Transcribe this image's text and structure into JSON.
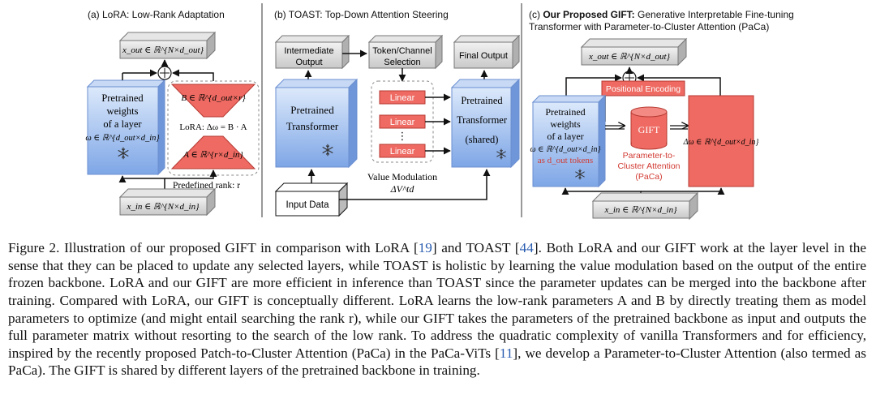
{
  "panel_a": {
    "title": "(a) LoRA: Low-Rank Adaptation",
    "out_label": "x_out ∈ ℝ^{N×d_out}",
    "in_label": "x_in ∈ ℝ^{N×d_in}",
    "pretrained": [
      "Pretrained",
      "weights",
      "of a layer",
      "ω ∈ ℝ^{d_out×d_in}"
    ],
    "B_label": "B ∈ ℝ^{d_out×r}",
    "A_label": "A ∈ ℝ^{r×d_in}",
    "lora_eq": "LoRA: Δω = B · A",
    "rank_label": "Predefined rank: r"
  },
  "panel_b": {
    "title": "(b) TOAST: Top-Down Attention Steering",
    "intermediate": [
      "Intermediate",
      "Output"
    ],
    "token_sel": [
      "Token/Channel",
      "Selection"
    ],
    "final": "Final Output",
    "pretrained": [
      "Pretrained",
      "Transformer"
    ],
    "pretrained_shared": [
      "Pretrained",
      "Transformer",
      "(shared)"
    ],
    "linear": "Linear",
    "dots": "⋮",
    "value_mod": [
      "Value Modulation",
      "ΔV^td"
    ],
    "input": "Input Data"
  },
  "panel_c": {
    "title_prefix": "(c) ",
    "title_bold": "Our Proposed GIFT:",
    "title_rest": " Generative Interpretable Fine-tuning",
    "title_line2": "Transformer with Parameter-to-Cluster Attention (PaCa)",
    "out_label": "x_out ∈ ℝ^{N×d_out}",
    "in_label": "x_in ∈ ℝ^{N×d_in}",
    "pos_enc": "Positional Encoding",
    "pretrained": [
      "Pretrained",
      "weights",
      "of a layer",
      "ω ∈ ℝ^{d_out×d_in}",
      "as d_out tokens"
    ],
    "gift": "GIFT",
    "paca": [
      "Parameter-to-",
      "Cluster Attention",
      "(PaCa)"
    ],
    "delta": "Δω ∈ ℝ^{d_out×d_in}"
  },
  "caption": {
    "seg1": "Figure 2. Illustration of our proposed GIFT in comparison with LoRA [",
    "ref1": "19",
    "seg2": "] and TOAST [",
    "ref2": "44",
    "seg3": "]. Both LoRA and our GIFT work at the layer level in the sense that they can be placed to update any selected layers, while TOAST is holistic by learning the value modulation based on the output of the entire frozen backbone. LoRA and our GIFT are more efficient in inference than TOAST since the parameter updates can be merged into the backbone after training. Compared with LoRA, our GIFT is conceptually different. LoRA learns the low-rank parameters A and B by directly treating them as model parameters to optimize (and might entail searching the rank r), while our GIFT takes the parameters of the pretrained backbone as input and outputs the full parameter matrix without resorting to the search of the low rank. To address the quadratic complexity of vanilla Transformers and for efficiency, inspired by the recently proposed Patch-to-Cluster Attention (PaCa) in the PaCa-ViTs [",
    "ref3": "11",
    "seg4": "], we develop a Parameter-to-Cluster Attention (also termed as PaCa). The GIFT is shared by different layers of the pretrained backbone in training."
  }
}
